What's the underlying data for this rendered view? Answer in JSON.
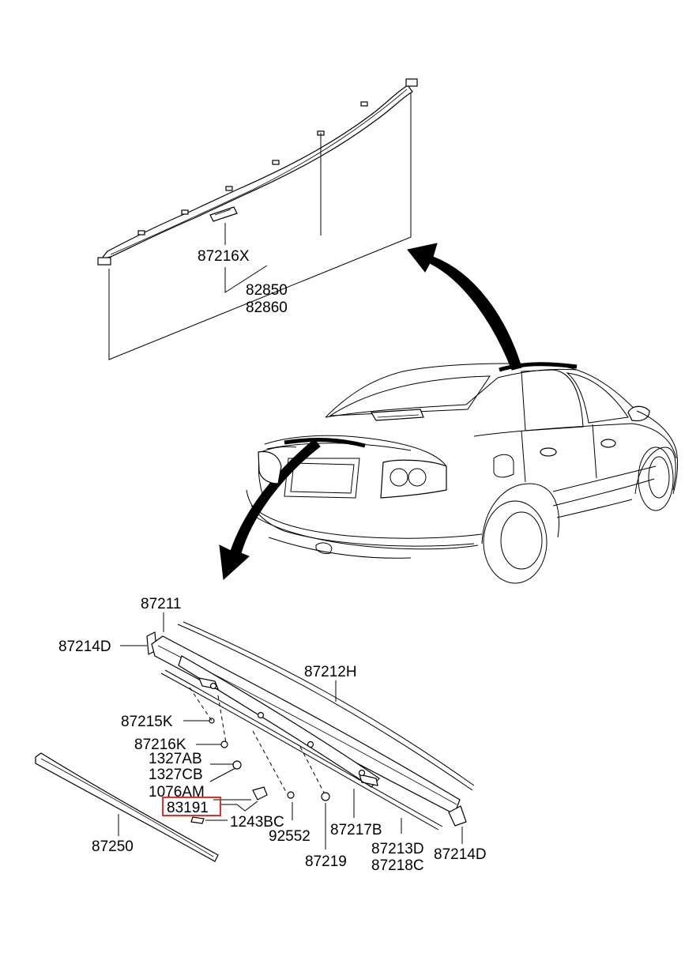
{
  "callouts": {
    "c87216X": "87216X",
    "c82850": "82850",
    "c82860": "82860",
    "c87211": "87211",
    "c87214D_left": "87214D",
    "c87212H": "87212H",
    "c87215K": "87215K",
    "c87216K": "87216K",
    "c1327AB": "1327AB",
    "c1327CB": "1327CB",
    "c1076AM": "1076AM",
    "c83191": "83191",
    "c1243BC": "1243BC",
    "c92552": "92552",
    "c87217B": "87217B",
    "c87213D": "87213D",
    "c87218C": "87218C",
    "c87214D_right": "87214D",
    "c87219": "87219",
    "c87250": "87250"
  },
  "colors": {
    "line": "#000000",
    "highlight": "#e0302a",
    "background": "#ffffff"
  }
}
